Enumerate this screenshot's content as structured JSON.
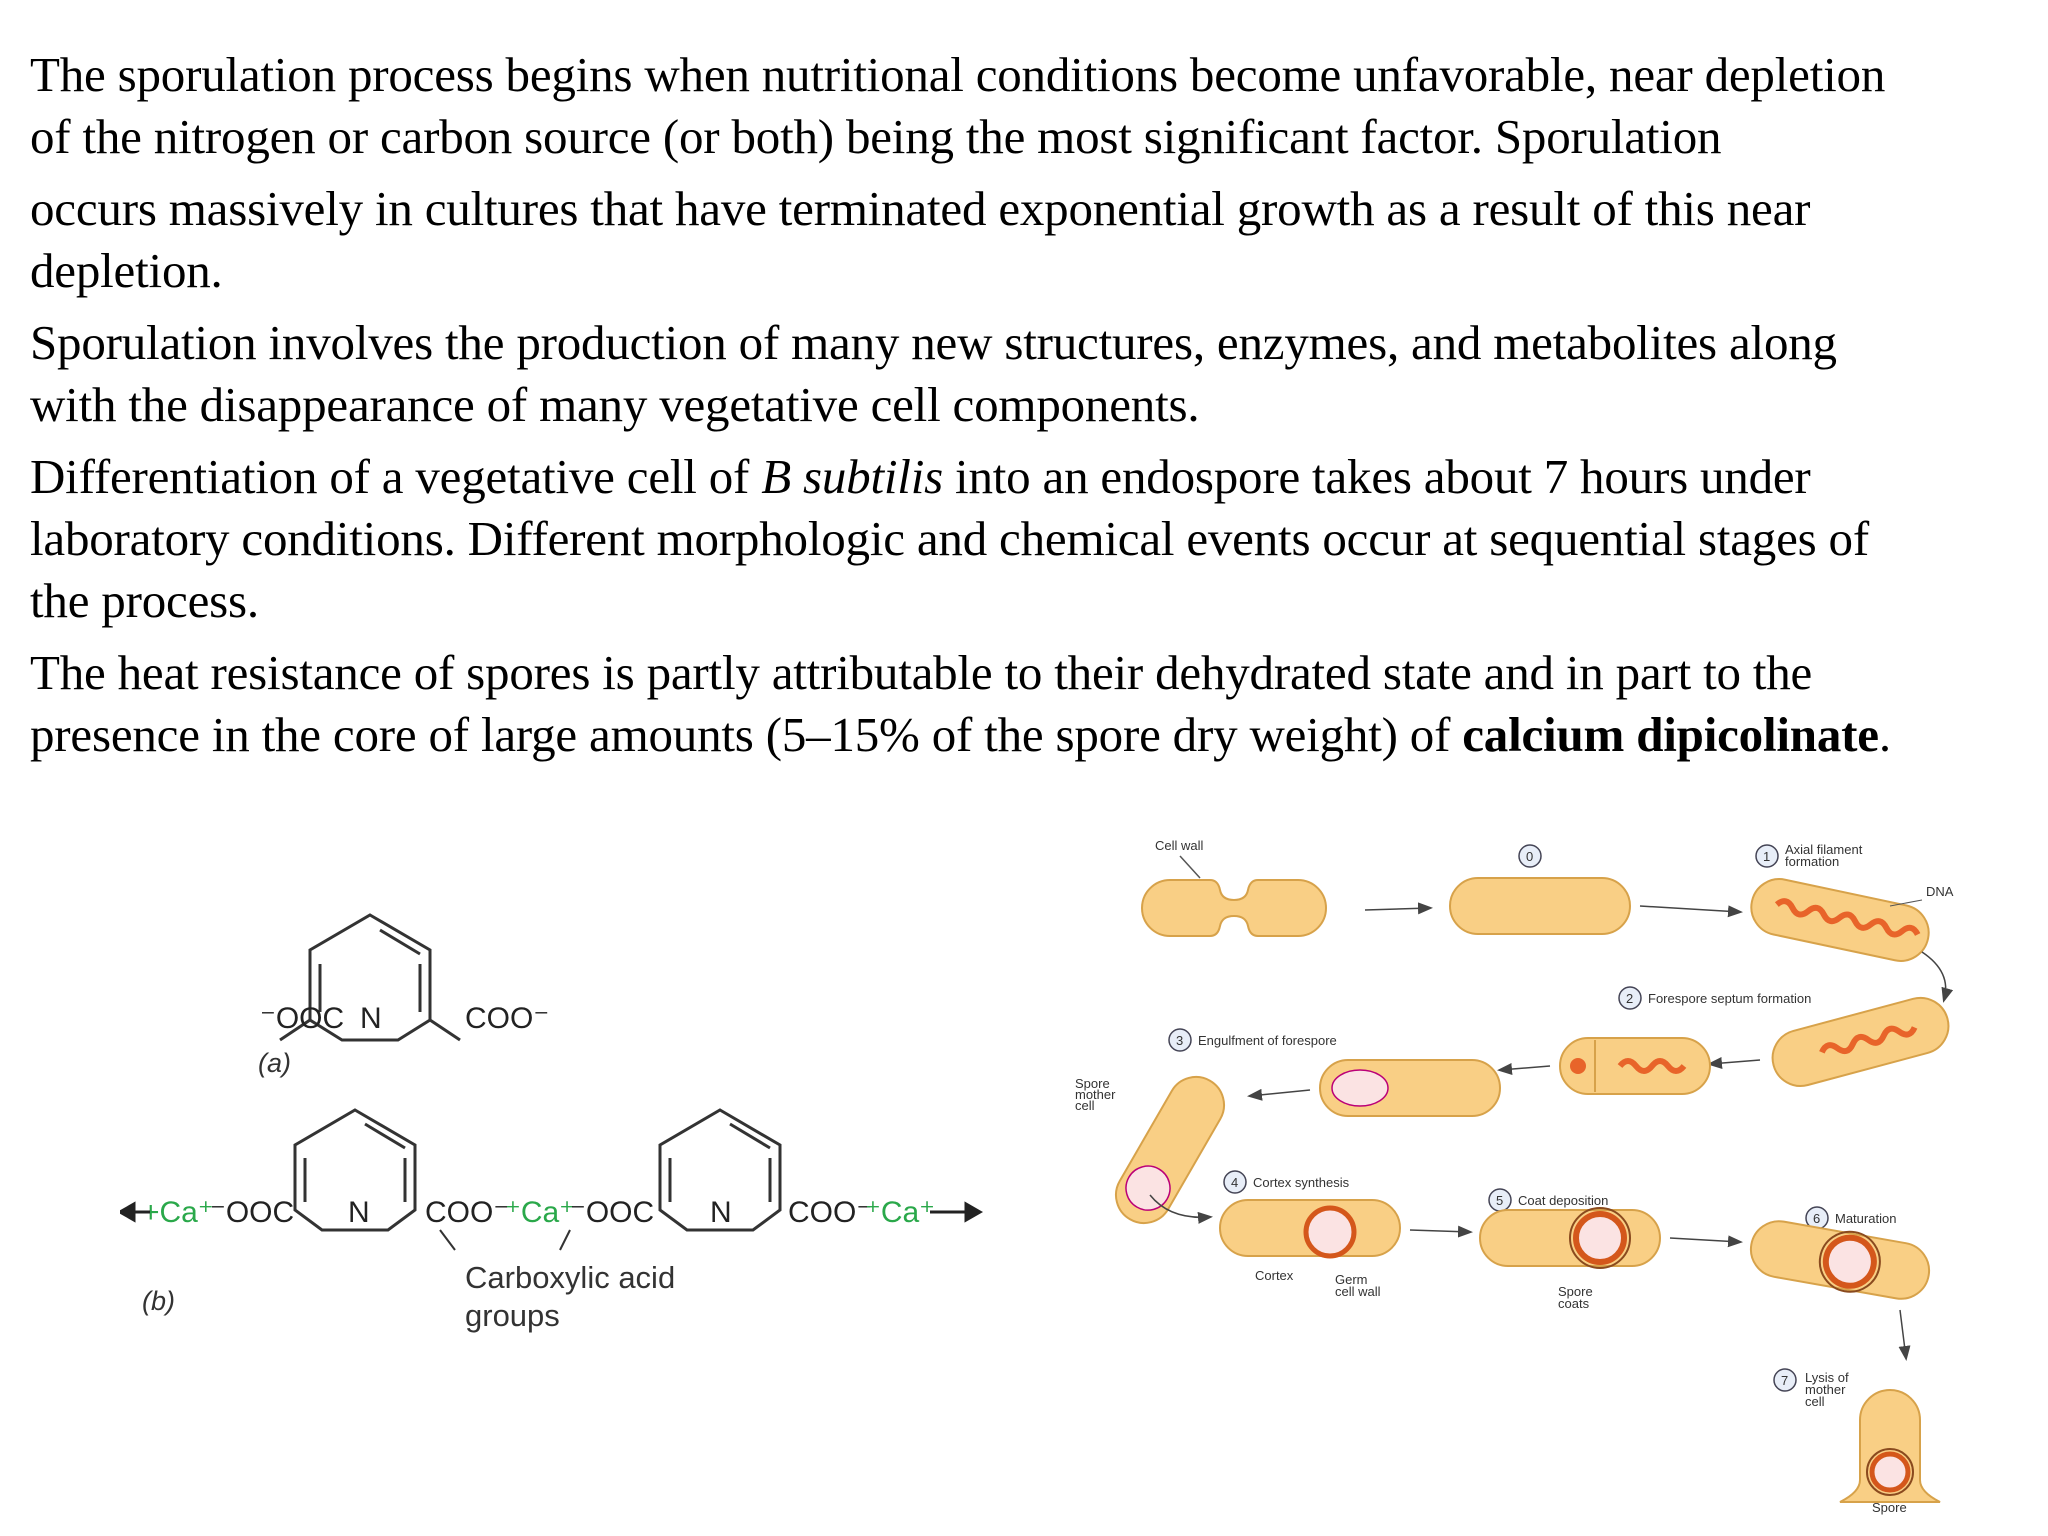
{
  "paragraphs": [
    {
      "lines": [
        "The sporulation process begins when nutritional conditions become unfavorable, near depletion",
        "of the nitrogen or carbon source (or both) being the most significant factor. Sporulation"
      ]
    },
    {
      "lines": [
        "occurs massively in cultures that have terminated exponential growth as a result of this near",
        "depletion."
      ]
    },
    {
      "lines": [
        "Sporulation involves the production of many new structures, enzymes, and metabolites along",
        "with the disappearance of many vegetative cell components."
      ]
    },
    {
      "line1_pre": "Differentiation of a vegetative cell of ",
      "line1_italic": "B subtilis",
      "line1_post": " into an endospore takes about 7 hours under",
      "line2": "laboratory conditions. Different morphologic and chemical events occur at sequential stages of",
      "line3": "the process."
    },
    {
      "line1": "The heat resistance of spores is partly attributable to their dehydrated state and in part to the",
      "line2_pre": "presence in the core of large amounts (5–15% of the spore dry weight) of ",
      "line2_bold": "calcium dipicolinate",
      "line2_post": "."
    }
  ],
  "chem_figure": {
    "a": {
      "left_group": "⁻OOC",
      "ring_atom": "N",
      "right_group": "COO⁻",
      "panel_label": "(a)"
    },
    "b": {
      "left_ca": "+Ca⁺",
      "left_group": "⁻OOC",
      "ring_atom": "N",
      "mid_group": "COO⁻",
      "mid_ca": "⁺Ca⁺",
      "mid_group2": "⁻OOC",
      "ring_atom2": "N",
      "right_group": "COO⁻",
      "right_ca": "⁺Ca⁺",
      "annotation_line1": "Carboxylic acid",
      "annotation_line2": "groups",
      "panel_label": "(b)"
    }
  },
  "spore_figure": {
    "cell_wall": "Cell wall",
    "step0": "0",
    "step1_num": "1",
    "step1_l1": "Axial filament",
    "step1_l2": "formation",
    "dna": "DNA",
    "step2_num": "2",
    "step2": "Forespore septum formation",
    "step3_num": "3",
    "step3": "Engulfment of forespore",
    "mother_l1": "Spore",
    "mother_l2": "mother",
    "mother_l3": "cell",
    "step4_num": "4",
    "step4": "Cortex synthesis",
    "cortex": "Cortex",
    "germ_l1": "Germ",
    "germ_l2": "cell wall",
    "step5_num": "5",
    "step5": "Coat deposition",
    "coats_l1": "Spore",
    "coats_l2": "coats",
    "step6_num": "6",
    "step6": "Maturation",
    "step7_num": "7",
    "step7_l1": "Lysis of",
    "step7_l2": "mother",
    "step7_l3": "cell",
    "spore": "Spore",
    "colors": {
      "cell_fill": "#f9cf85",
      "cell_stroke": "#d7a24a",
      "dna": "#e8642a",
      "cortex": "#d4571b",
      "core": "#fbe3e3"
    }
  }
}
